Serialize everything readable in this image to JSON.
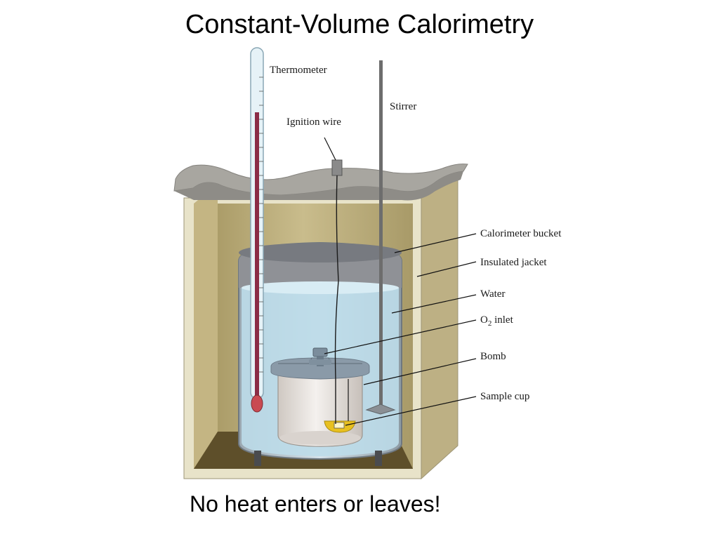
{
  "title": "Constant-Volume Calorimetry",
  "caption": "No heat enters or leaves!",
  "labels": {
    "thermometer": "Thermometer",
    "stirrer": "Stirrer",
    "ignition_wire": "Ignition wire",
    "calorimeter_bucket": "Calorimeter bucket",
    "insulated_jacket": "Insulated jacket",
    "water": "Water",
    "o2_inlet_main": "O",
    "o2_inlet_sub": "2",
    "o2_inlet_rest": " inlet",
    "bomb": "Bomb",
    "sample_cup": "Sample cup"
  },
  "colors": {
    "jacket_outer": "#e8e3c9",
    "jacket_inner": "#b8a97a",
    "jacket_side": "#a89a6a",
    "lid": "#a8a6a0",
    "bucket_rim": "#8f9196",
    "water": "#bcdce9",
    "bomb": "#e7e2dd",
    "thermometer_liquid": "#8b2c45",
    "sample": "#e8c020"
  }
}
